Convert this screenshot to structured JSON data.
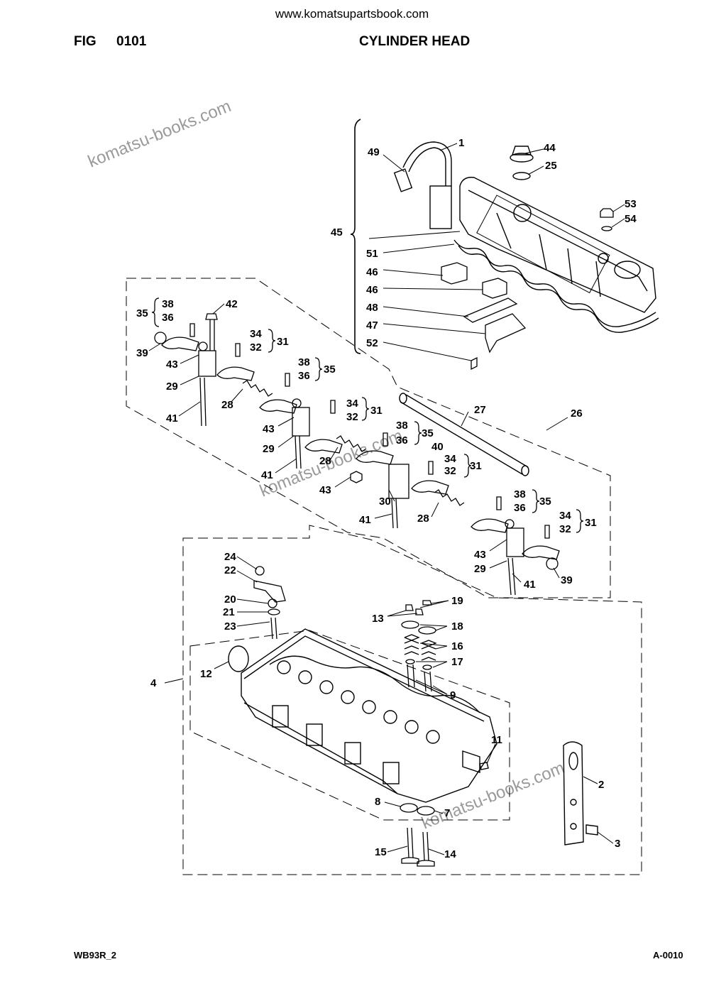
{
  "header": {
    "site_url": "www.komatsupartsbook.com",
    "fig_label": "FIG",
    "fig_number": "0101",
    "title": "CYLINDER HEAD"
  },
  "footer": {
    "model": "WB93R_2",
    "page_code": "A-0010"
  },
  "watermarks": [
    "komatsu-books.com",
    "komatsu-books.com",
    "komatsu-books.com"
  ],
  "part_labels": [
    "1",
    "2",
    "3",
    "4",
    "7",
    "8",
    "9",
    "11",
    "12",
    "13",
    "14",
    "15",
    "16",
    "17",
    "18",
    "19",
    "20",
    "21",
    "22",
    "23",
    "24",
    "25",
    "26",
    "27",
    "28",
    "29",
    "30",
    "31",
    "32",
    "34",
    "35",
    "36",
    "38",
    "39",
    "40",
    "41",
    "42",
    "43",
    "44",
    "45",
    "46",
    "47",
    "48",
    "49",
    "51",
    "52",
    "53",
    "54"
  ]
}
